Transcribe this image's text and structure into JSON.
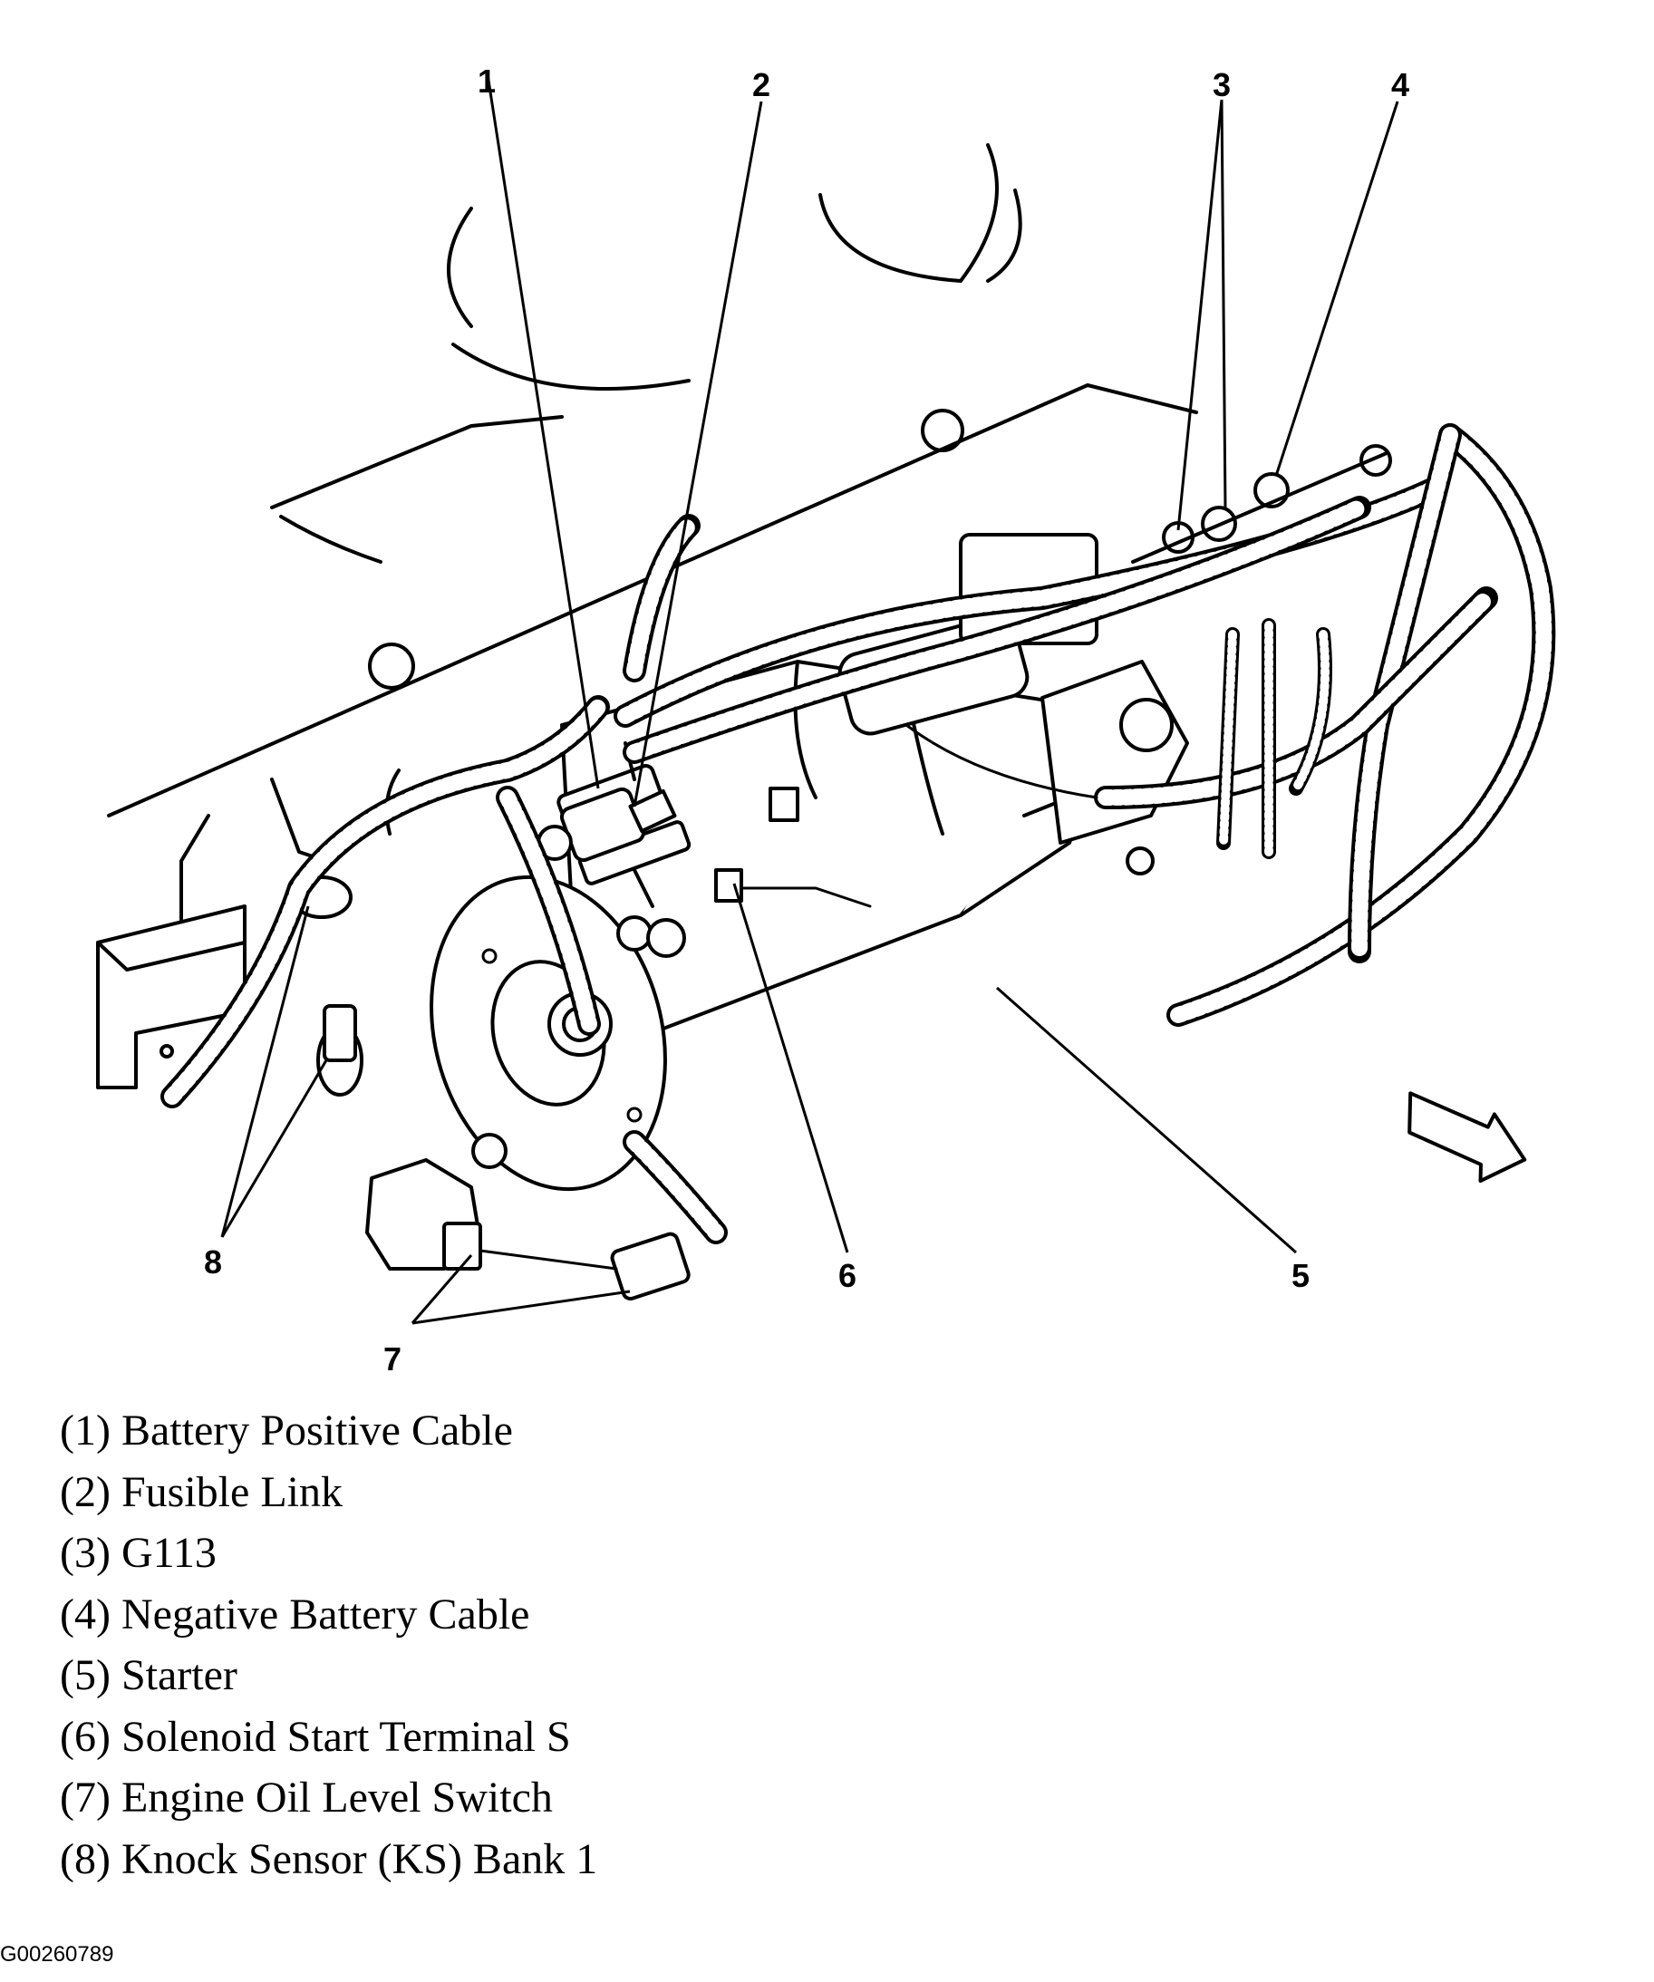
{
  "callouts": [
    "1",
    "2",
    "3",
    "4",
    "5",
    "6",
    "7",
    "8"
  ],
  "legend": [
    "(1) Battery Positive Cable",
    "(2) Fusible Link",
    "(3) G113",
    "(4) Negative Battery Cable",
    "(5) Starter",
    "(6) Solenoid Start Terminal S",
    "(7) Engine Oil Level Switch",
    "(8) Knock Sensor (KS) Bank 1"
  ],
  "figure_id": "G00260789"
}
